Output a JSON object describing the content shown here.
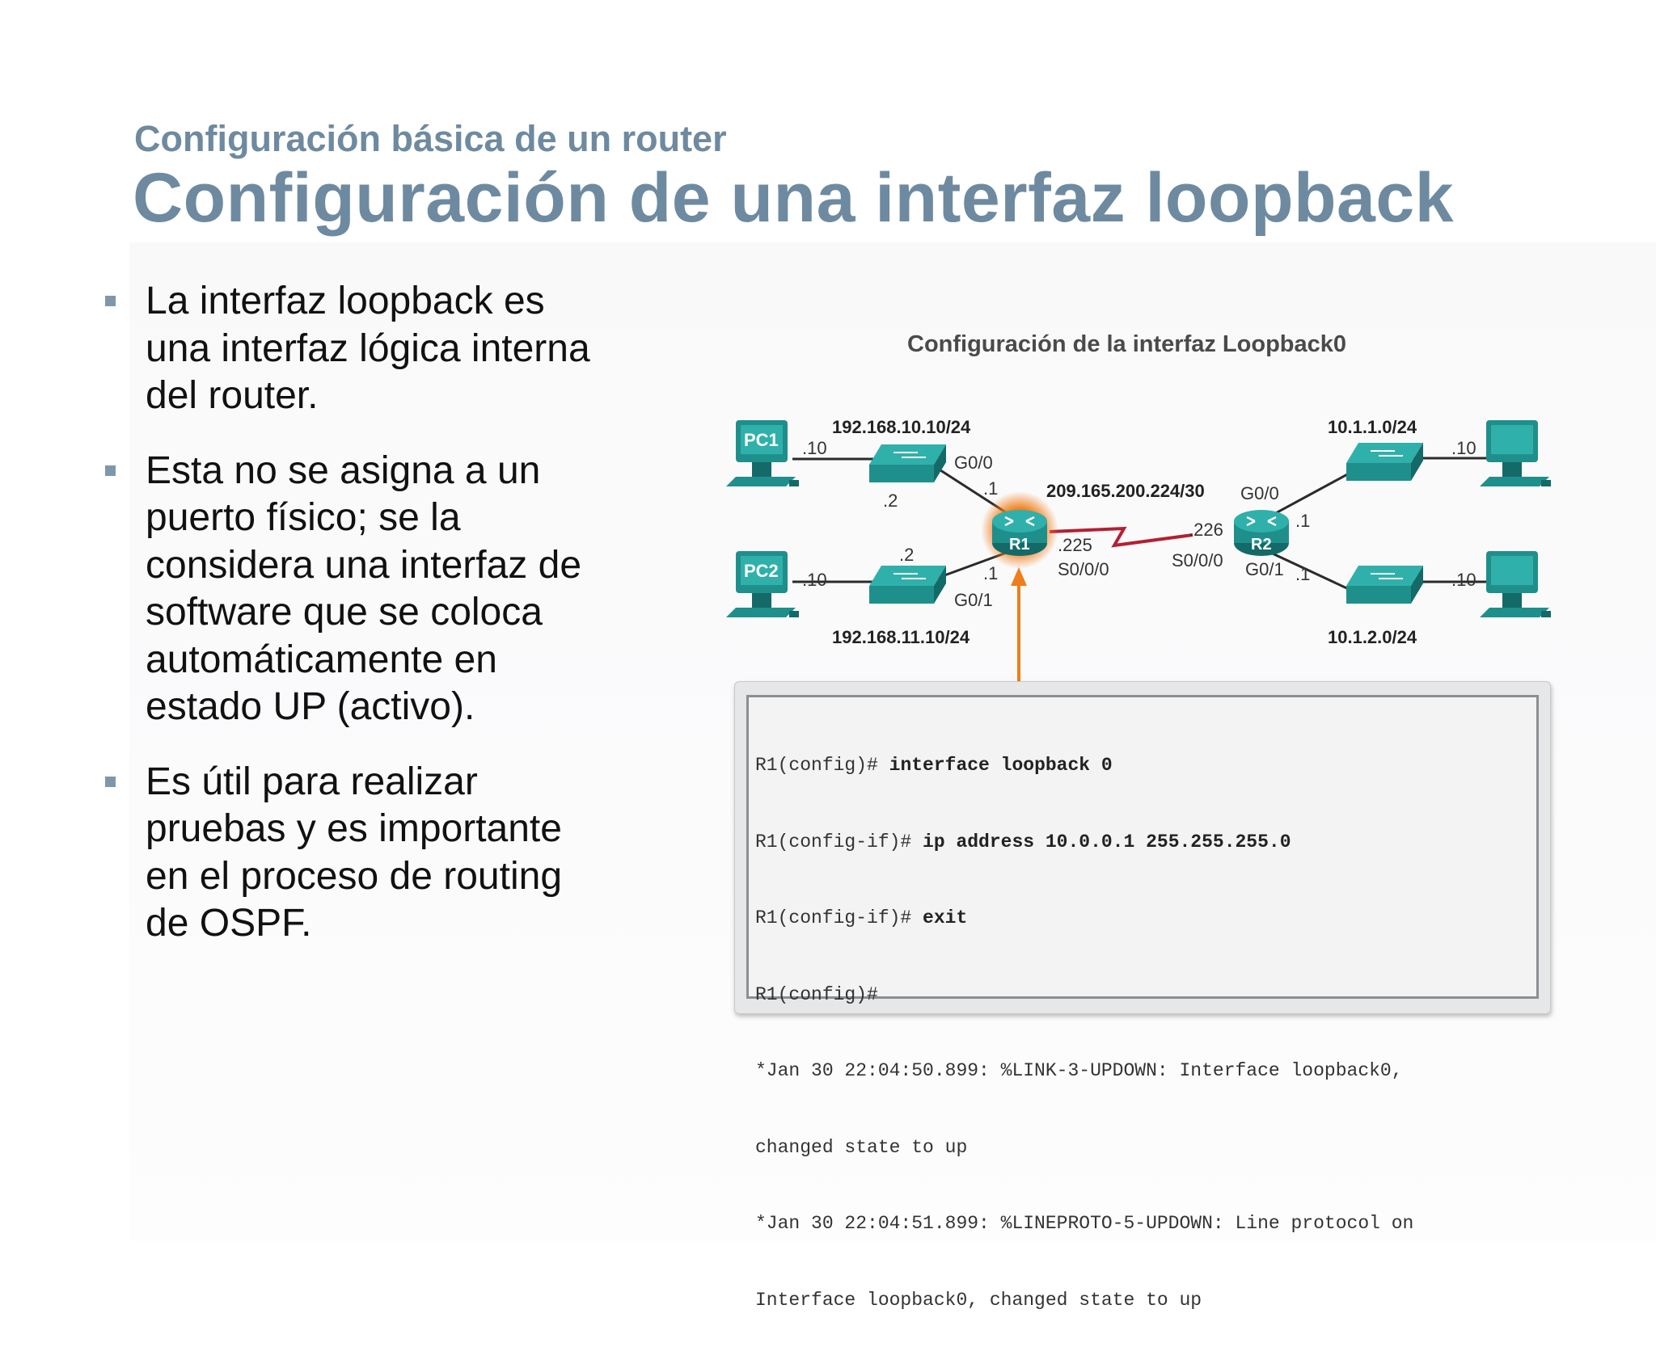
{
  "slide": {
    "subtitle": "Configuración básica de un router",
    "title": "Configuración de una interfaz loopback"
  },
  "bullets": [
    "La interfaz loopback es\nuna interfaz lógica interna\ndel router.",
    "Esta no se asigna a un\npuerto físico; se la\nconsidera una interfaz de\nsoftware que se coloca\nautomáticamente en\nestado UP (activo).",
    "Es útil para realizar\npruebas y es importante\nen el proceso de routing\nde OSPF."
  ],
  "diagram": {
    "title": "Configuración de la interfaz Loopback0",
    "labels": {
      "pc1": "PC1",
      "pc2": "PC2",
      "r1": "R1",
      "r2": "R2",
      "lan1_net": "192.168.10.10/24",
      "lan2_net": "192.168.11.10/24",
      "wan_net": "209.165.200.224/30",
      "r2_lan1_net": "10.1.1.0/24",
      "r2_lan2_net": "10.1.2.0/24",
      "pc1_host": ".10",
      "pc2_host": ".10",
      "sw1_addr": ".2",
      "sw2_addr": ".2",
      "r1_g00_name": "G0/0",
      "r1_g00_addr": ".1",
      "r1_g01_name": "G0/1",
      "r1_g01_addr": ".1",
      "r1_s000_addr": ".225",
      "r1_s000_name": "S0/0/0",
      "r2_s000_addr": ".226",
      "r2_s000_name": "S0/0/0",
      "r2_g00_name": "G0/0",
      "r2_g00_addr": ".1",
      "r2_g01_name": "G0/1",
      "r2_g01_addr": ".1",
      "pc3_host": ".10",
      "pc4_host": ".10"
    },
    "colors": {
      "device": "#1f8f8c",
      "device_dark": "#136a68",
      "link": "#2b2b2b",
      "serial": "#b51f33",
      "highlight": "#f07d1a"
    }
  },
  "terminal": {
    "lines": [
      {
        "prompt": "R1(config)# ",
        "cmd": "interface loopback 0"
      },
      {
        "prompt": "R1(config-if)# ",
        "cmd": "ip address 10.0.0.1 255.255.255.0"
      },
      {
        "prompt": "R1(config-if)# ",
        "cmd": "exit"
      },
      {
        "prompt": "R1(config)#",
        "cmd": ""
      },
      {
        "prompt": "*Jan 30 22:04:50.899: %LINK-3-UPDOWN: Interface loopback0,",
        "cmd": ""
      },
      {
        "prompt": "changed state to up",
        "cmd": ""
      },
      {
        "prompt": "*Jan 30 22:04:51.899: %LINEPROTO-5-UPDOWN: Line protocol on",
        "cmd": ""
      },
      {
        "prompt": "Interface loopback0, changed state to up",
        "cmd": ""
      }
    ]
  }
}
